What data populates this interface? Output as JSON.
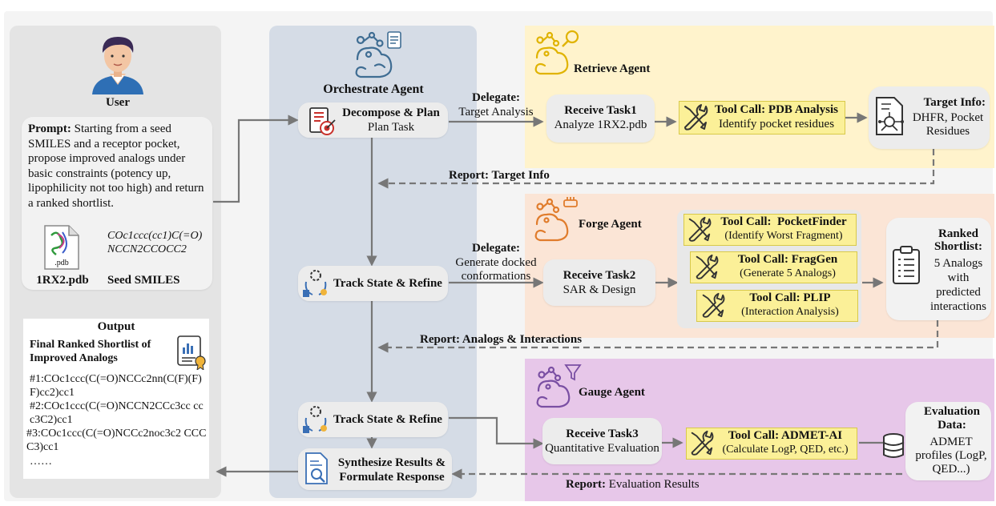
{
  "user": {
    "title": "User",
    "prompt_label": "Prompt:",
    "prompt_text": " Starting from a seed SMILES and a receptor pocket, propose improved analogs under basic constraints (potency up, lipophilicity not too high) and return a ranked shortlist.",
    "file_label": ".pdb",
    "file_name": "1RX2.pdb",
    "seed_smiles": "COc1ccc(cc1)C(=O)NCCN2CCOCC2",
    "seed_label": "Seed SMILES"
  },
  "output": {
    "title": "Output",
    "heading": "Final Ranked Shortlist of Improved Analogs",
    "items": [
      "#1:COc1ccc(C(=O)NCCc2nn(C(F)(F)F)cc2)cc1",
      "#2:COc1ccc(C(=O)NCCN2CCc3cc ccc3C2)cc1",
      " #3:COc1ccc(C(=O)NCCc2noc3c2 CCCC3)cc1",
      "……"
    ]
  },
  "orchestrate": {
    "title": "Orchestrate Agent",
    "decompose": {
      "title": "Decompose & Plan",
      "sub": "Plan Task"
    },
    "track1": "Track State & Refine",
    "track2": "Track State & Refine",
    "synthesize": "Synthesize Results & Formulate Response"
  },
  "retrieve": {
    "title": "Retrieve Agent",
    "delegate_label": "Delegate:",
    "delegate_text": "Target Analysis",
    "task": {
      "title": "Receive Task1",
      "sub": "Analyze 1RX2.pdb"
    },
    "tool": {
      "title": "Tool Call: PDB Analysis",
      "sub": "Identify pocket residues"
    },
    "result": {
      "title": "Target Info:",
      "sub": "DHFR, Pocket Residues"
    },
    "report_label": "Report: Target Info"
  },
  "forge": {
    "title": "Forge Agent",
    "delegate_label": "Delegate:",
    "delegate_text": "Generate docked conformations",
    "task": {
      "title": "Receive Task2",
      "sub": "SAR & Design"
    },
    "tools": [
      {
        "title": "Tool Call:  PocketFinder",
        "sub": "(Identify Worst Fragment)"
      },
      {
        "title": "Tool Call: FragGen",
        "sub": "(Generate 5 Analogs)"
      },
      {
        "title": "Tool Call: PLIP",
        "sub": "(Interaction Analysis)"
      }
    ],
    "result": {
      "title": "Ranked Shortlist:",
      "sub": "5 Analogs with predicted interactions"
    },
    "report_label": "Report: Analogs & Interactions"
  },
  "gauge": {
    "title": "Gauge Agent",
    "task": {
      "title": "Receive Task3",
      "sub": "Quantitative Evaluation"
    },
    "tool": {
      "title": "Tool Call: ADMET-AI",
      "sub": "(Calculate LogP, QED, etc.)"
    },
    "result": {
      "title": "Evaluation Data:",
      "sub": "ADMET profiles (LogP, QED...)"
    },
    "report_label": "Report:",
    "report_text": " Evaluation Results"
  },
  "colors": {
    "user_panel": "#e4e4e4",
    "orchestrate_panel": "#d5dce6",
    "retrieve_panel": "#fff3cc",
    "forge_panel": "#fbe5d6",
    "gauge_panel": "#e7c7e9",
    "tool_fill": "#fbf098",
    "arrow": "#777777",
    "frog_blue": "#3f6d93",
    "frog_orange": "#e07c2c",
    "frog_yellow": "#e0b300",
    "frog_purple": "#7a4fa3"
  }
}
